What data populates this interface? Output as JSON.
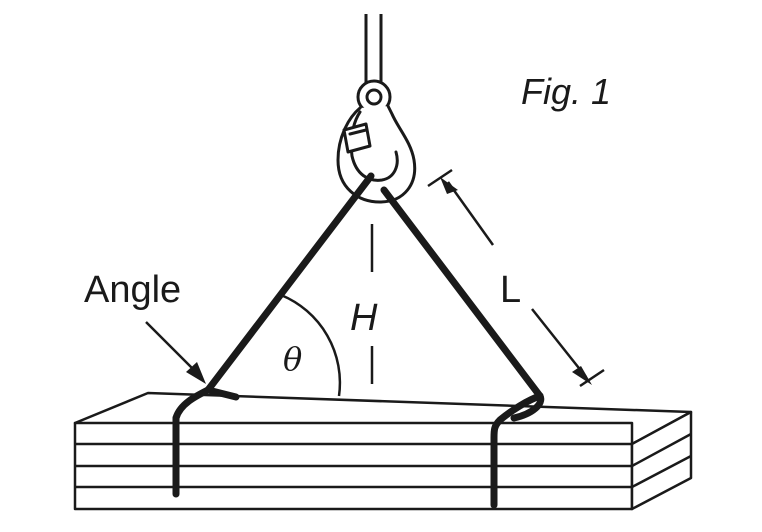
{
  "figure": {
    "caption": "Fig. 1",
    "angle_label": "Angle",
    "theta_symbol": "θ",
    "height_symbol": "H",
    "length_symbol": "L"
  },
  "colors": {
    "line": "#1a1a1a",
    "fill": "#ffffff"
  },
  "icons": [
    "crane-hook-icon",
    "wire-rope-icon",
    "sling-leg-icon",
    "lumber-bundle-icon",
    "arrow-icon"
  ]
}
